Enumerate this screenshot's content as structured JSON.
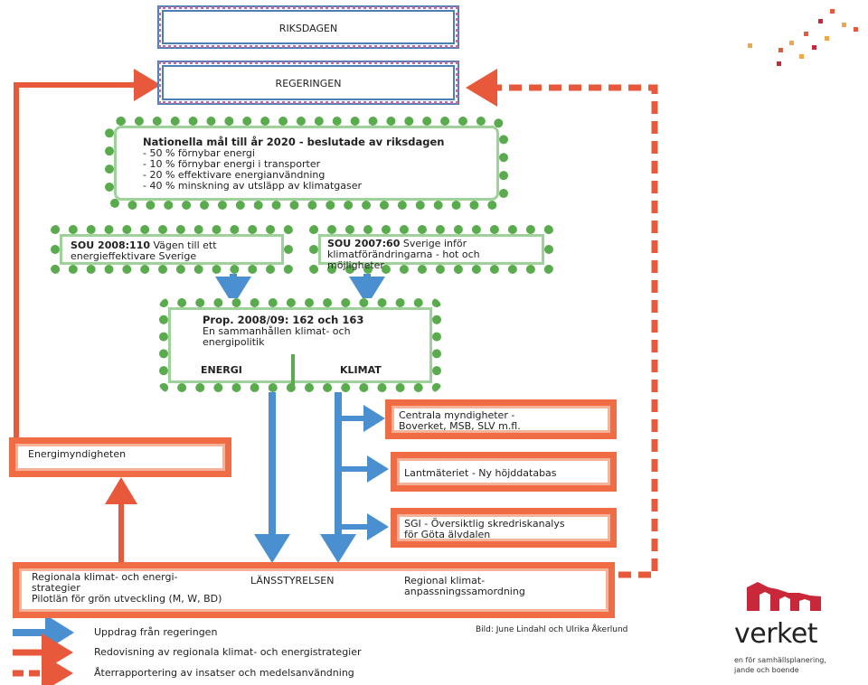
{
  "riksdagen": "RIKSDAGEN",
  "regeringen": "REGERINGEN",
  "goals": {
    "title": "Nationella mål till år 2020 - beslutade av riksdagen",
    "items": [
      "- 50 % förnybar energi",
      "- 10 % förnybar energi i transporter",
      "- 20 % effektivare energianvändning",
      "- 40 % minskning av utsläpp av klimatgaser"
    ]
  },
  "sou1": {
    "code": "SOU 2008:110",
    "rest_line1": " Vägen till ett",
    "line2": "energieffektivare  Sverige"
  },
  "sou2": {
    "code": "SOU 2007:60",
    "rest_line1": " Sverige inför",
    "line2": "klimatförändringarna - hot och",
    "line3": "möjligheter"
  },
  "prop": {
    "title": "Prop. 2008/09: 162 och 163",
    "line2": "En sammanhållen klimat- och",
    "line3": "energipolitik",
    "energi": "ENERGI",
    "klimat": "KLIMAT"
  },
  "centrala": {
    "line1": "Centrala myndigheter -",
    "line2": "Boverket, MSB, SLV m.fl."
  },
  "lantmateriet": "Lantmäteriet - Ny höjddatabas",
  "sgi": {
    "line1": "SGI - Översiktlig skredriskanalys",
    "line2": "för Göta älvdalen"
  },
  "energimyndigheten": "Energimyndigheten",
  "lansstyrelsen": {
    "title": "LÄNSSTYRELSEN",
    "left1": "Regionala klimat- och energi-",
    "left2": "strategier",
    "left3": "Pilotlän för grön utveckling (M, W, BD)",
    "right1": "Regional klimat-",
    "right2": "anpassningssamordning"
  },
  "legend": [
    {
      "label": "Uppdrag från regeringen",
      "color": "#4a8fd0",
      "style": "solid"
    },
    {
      "label": "Redovisning av regionala klimat- och energistrategier",
      "color": "#e8583a",
      "style": "solid"
    },
    {
      "label": "Återrapportering av insatser och medelsanvändning",
      "color": "#e8583a",
      "style": "dashed"
    }
  ],
  "credit": "Bild: June Lindahl och Ulrika Åkerlund",
  "logo": {
    "word": "verket",
    "tag1": "en för samhällsplanering,",
    "tag2": "jande och boende"
  },
  "colors": {
    "blue": "#4a8fd0",
    "orange": "#e8583a",
    "green": "#5aab4d"
  }
}
